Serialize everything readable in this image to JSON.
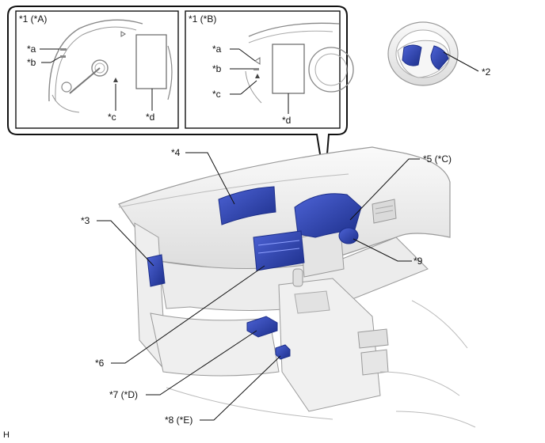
{
  "labels": {
    "panel_a_title": "*1 (*A)",
    "panel_b_title": "*1 (*B)",
    "a_a": "*a",
    "a_b": "*b",
    "a_c": "*c",
    "a_d": "*d",
    "b_a": "*a",
    "b_b": "*b",
    "b_c": "*c",
    "b_d": "*d",
    "l2": "*2",
    "l3": "*3",
    "l4": "*4",
    "l5": "*5 (*C)",
    "l6": "*6",
    "l7": "*7 (*D)",
    "l8": "*8 (*E)",
    "l9": "*9",
    "corner": "H"
  },
  "colors": {
    "part_blue": "#2f46b8",
    "part_blue_dark": "#1d2f8a",
    "line": "#111111",
    "interior_fill": "#f2f2f2",
    "interior_stroke": "#9a9a9a"
  }
}
